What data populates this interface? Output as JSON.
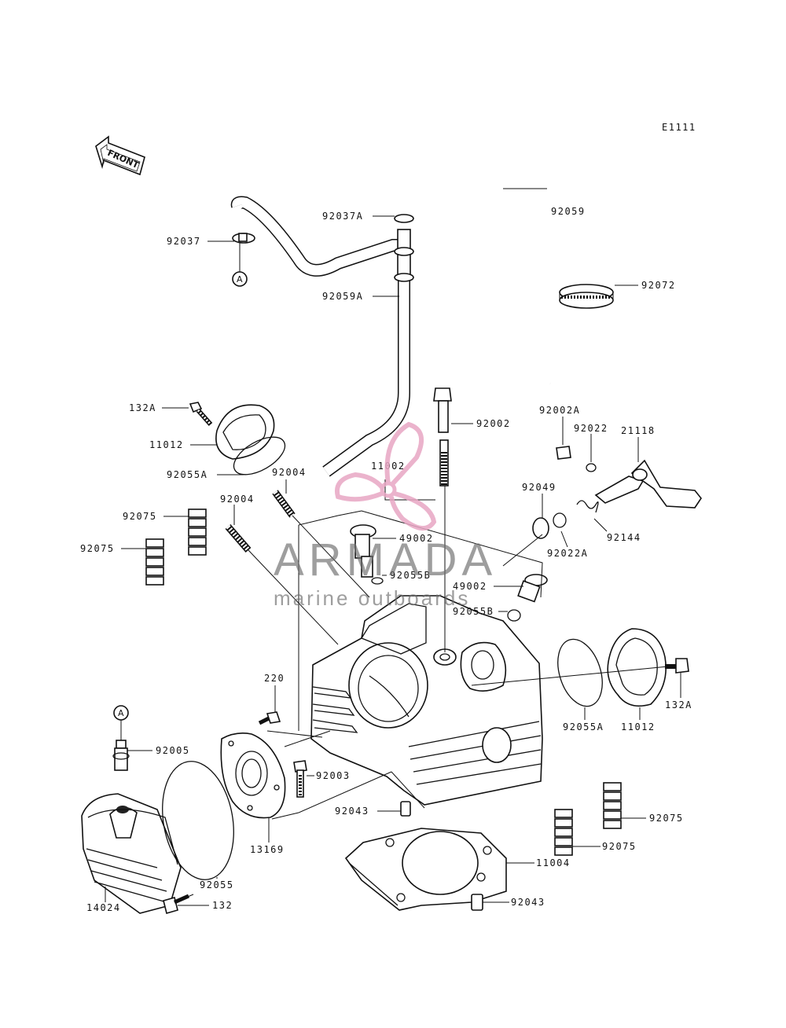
{
  "diagram_code": "E1111",
  "front_label": "FRONT",
  "ref_marker": "A",
  "watermark": {
    "title": "ARMADA",
    "subtitle": "marine outboards",
    "logo_color": "#e8a6c4",
    "text_color": "#6f6f6f"
  },
  "parts": [
    {
      "id": "92037A",
      "label": "92037A"
    },
    {
      "id": "92059",
      "label": "92059"
    },
    {
      "id": "92037",
      "label": "92037"
    },
    {
      "id": "92072",
      "label": "92072"
    },
    {
      "id": "92059A",
      "label": "92059A"
    },
    {
      "id": "132A-top",
      "label": "132A"
    },
    {
      "id": "92002",
      "label": "92002"
    },
    {
      "id": "92002A",
      "label": "92002A"
    },
    {
      "id": "92022",
      "label": "92022"
    },
    {
      "id": "21118",
      "label": "21118"
    },
    {
      "id": "11012-top",
      "label": "11012"
    },
    {
      "id": "92055A-top",
      "label": "92055A"
    },
    {
      "id": "92004-a",
      "label": "92004"
    },
    {
      "id": "11002",
      "label": "11002"
    },
    {
      "id": "92049",
      "label": "92049"
    },
    {
      "id": "92075-a",
      "label": "92075"
    },
    {
      "id": "92004-b",
      "label": "92004"
    },
    {
      "id": "92144",
      "label": "92144"
    },
    {
      "id": "49002-a",
      "label": "49002"
    },
    {
      "id": "92022A",
      "label": "92022A"
    },
    {
      "id": "92075-b",
      "label": "92075"
    },
    {
      "id": "92055B-a",
      "label": "92055B"
    },
    {
      "id": "49002-b",
      "label": "49002"
    },
    {
      "id": "92055B-b",
      "label": "92055B"
    },
    {
      "id": "220",
      "label": "220"
    },
    {
      "id": "132A-right",
      "label": "132A"
    },
    {
      "id": "92055A-right",
      "label": "92055A"
    },
    {
      "id": "11012-right",
      "label": "11012"
    },
    {
      "id": "92005",
      "label": "92005"
    },
    {
      "id": "92003",
      "label": "92003"
    },
    {
      "id": "92043-a",
      "label": "92043"
    },
    {
      "id": "92075-c",
      "label": "92075"
    },
    {
      "id": "13169",
      "label": "13169"
    },
    {
      "id": "92075-d",
      "label": "92075"
    },
    {
      "id": "11004",
      "label": "11004"
    },
    {
      "id": "92055",
      "label": "92055"
    },
    {
      "id": "14024",
      "label": "14024"
    },
    {
      "id": "132",
      "label": "132"
    },
    {
      "id": "92043-b",
      "label": "92043"
    }
  ]
}
